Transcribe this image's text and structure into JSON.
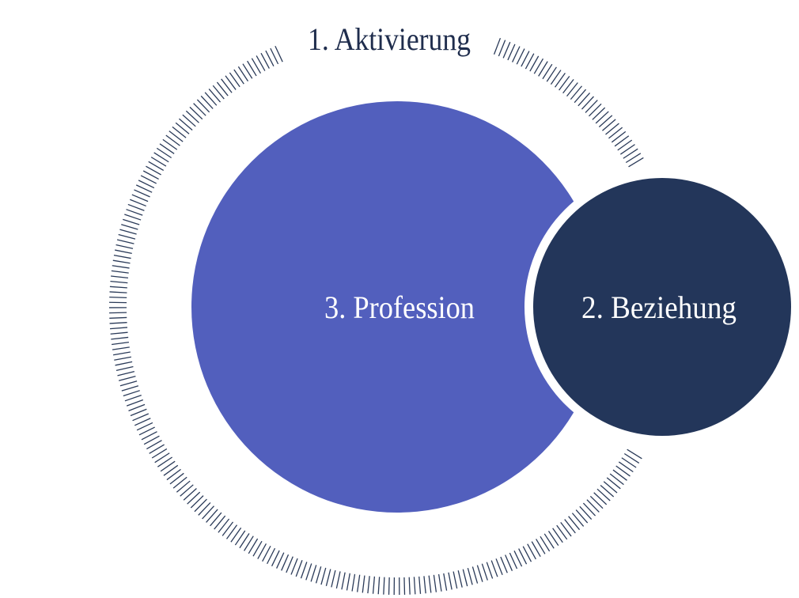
{
  "diagram": {
    "outer_ring_label": "1. Aktivierung",
    "main_circle_label": "3. Profession",
    "side_circle_label": "2. Beziehung"
  },
  "colors": {
    "main_circle": "#525FBD",
    "side_circle": "#23365A",
    "ticks": "#2A3A58",
    "dark_text": "#1F2D4D",
    "light_text": "#FFFFFF"
  }
}
